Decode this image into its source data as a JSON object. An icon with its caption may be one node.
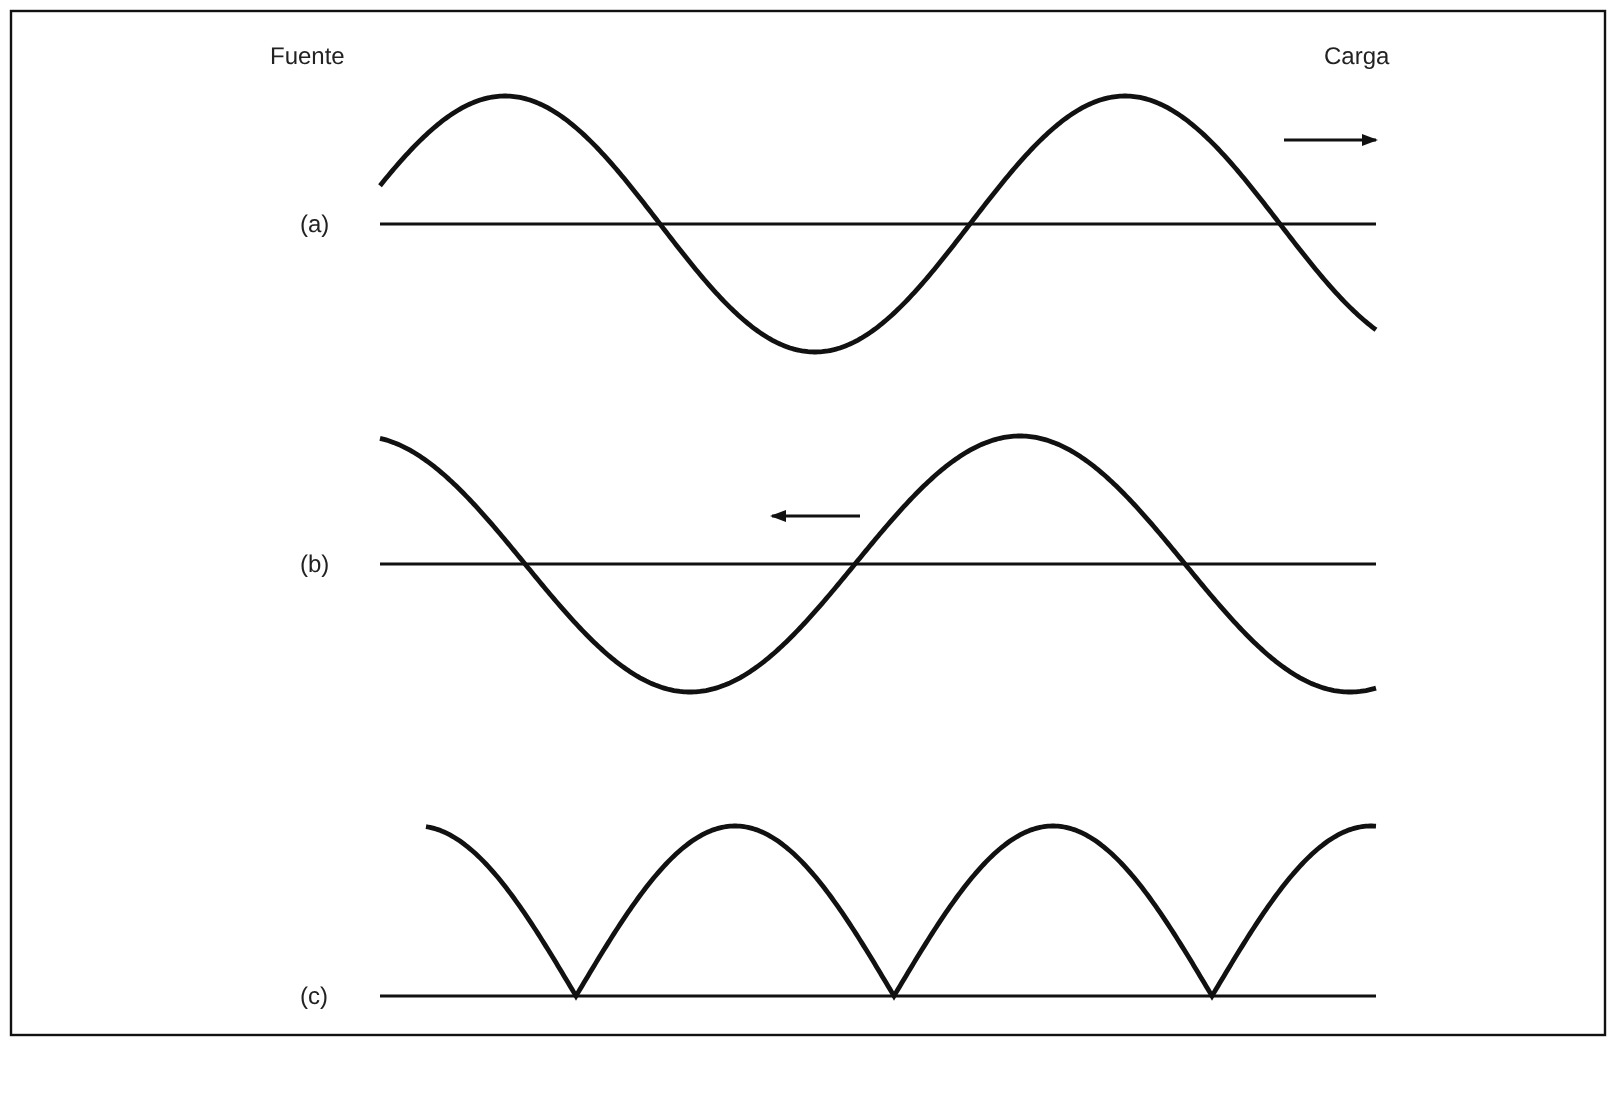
{
  "diagram": {
    "labels": [
      "Fuente",
      "Carga",
      "(a)",
      "(b)",
      "(c)"
    ]
  }
}
